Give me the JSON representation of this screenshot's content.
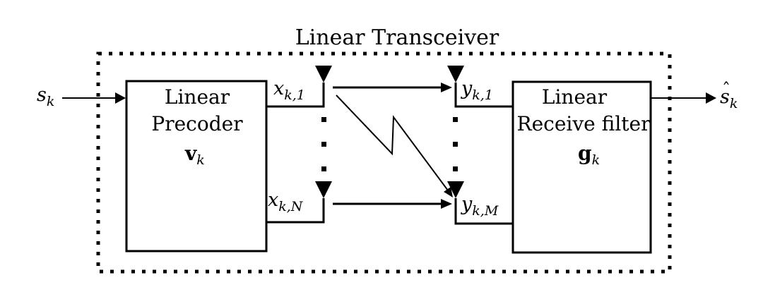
{
  "diagram": {
    "title": "Linear Transceiver",
    "input": {
      "symbol": "s",
      "subscript": "k"
    },
    "output": {
      "symbol": "s",
      "accent": "ˆ",
      "subscript": "k"
    },
    "precoder": {
      "line1": "Linear",
      "line2": "Precoder",
      "vector": {
        "symbol": "v",
        "subscript": "k"
      }
    },
    "receiver": {
      "line1": "Linear",
      "line2": "Receive filter",
      "vector": {
        "symbol": "g",
        "subscript": "k"
      }
    },
    "tx_antennas": [
      {
        "symbol": "x",
        "subscript": "k,1"
      },
      {
        "symbol": "x",
        "subscript": "k,N"
      }
    ],
    "rx_antennas": [
      {
        "symbol": "y",
        "subscript": "k,1"
      },
      {
        "symbol": "y",
        "subscript": "k,M"
      }
    ]
  }
}
